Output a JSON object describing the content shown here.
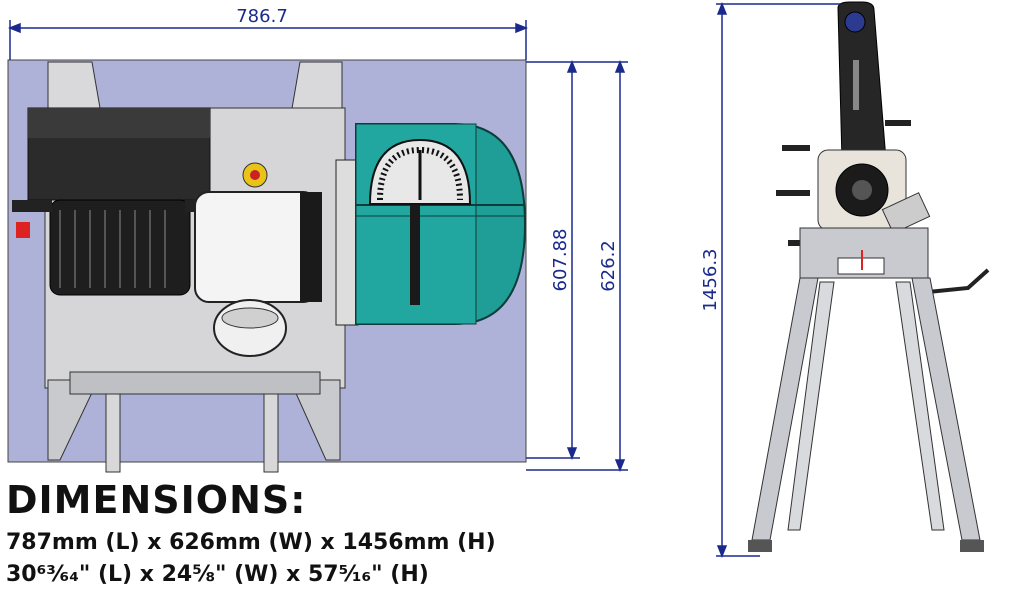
{
  "dimensions": {
    "top_width": "786.7",
    "inner_height": "607.88",
    "outer_height": "626.2",
    "total_height": "1456.3"
  },
  "caption": {
    "title": "DIMENSIONS:",
    "metric": "787mm (L) x 626mm (W) x 1456mm (H)",
    "imperial": "30⁶³⁄₆₄\" (L) x 24⅝\" (W) x 57⁵⁄₁₆\" (H)"
  },
  "colors": {
    "dimension_line": "#1a2a8c",
    "background_panel": "#aeb1d8",
    "machine_dark": "#2a2a2a",
    "disc_teal": "#1f9e97",
    "stand_grey": "#c8cad0"
  }
}
